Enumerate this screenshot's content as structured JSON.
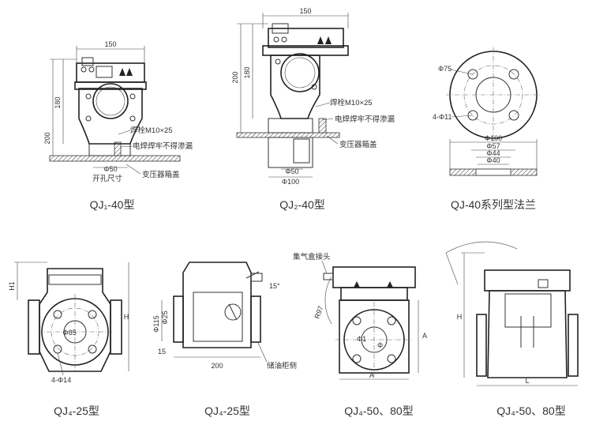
{
  "captions": {
    "fig1": "QJ₁-40型",
    "fig2": "QJ₂-40型",
    "fig3": "QJ-40系列型法兰",
    "fig4": "QJ₄-25型",
    "fig5": "QJ₄-25型",
    "fig6": "QJ₄-50、80型",
    "fig7": "QJ₄-50、80型"
  },
  "fig1": {
    "dim_width": "150",
    "dim_h180": "180",
    "dim_h200": "200",
    "dim_phi50": "Φ50",
    "note_bolt": "焊栓M10×25",
    "note_weld": "电焊焊牢不得渗漏",
    "note_hole": "开孔尺寸",
    "note_cover": "变压器箱盖"
  },
  "fig2": {
    "dim_width": "150",
    "dim_h200": "200",
    "dim_h180": "180",
    "dim_phi50": "Φ50",
    "dim_phi100": "Φ100",
    "note_bolt": "焊栓M10×25",
    "note_weld": "电焊焊牢不得渗漏",
    "note_cover": "变压器箱盖"
  },
  "fig3": {
    "dim_phi75": "Φ75",
    "dim_holes": "4-Φ11",
    "dim_phi100": "Φ100",
    "dim_phi57": "Φ57",
    "dim_phi44": "Φ44",
    "dim_phi40": "Φ40"
  },
  "fig4": {
    "dim_h1": "H1",
    "dim_h": "H",
    "dim_phi85": "Φ85",
    "dim_holes": "4-Φ14"
  },
  "fig5": {
    "dim_phi115": "Φ115",
    "dim_phi25": "Φ25",
    "dim_15": "15",
    "dim_angle": "15°",
    "dim_200": "200",
    "note_tank": "储油柜侧"
  },
  "fig6": {
    "note_connector": "集气盒接头",
    "dim_r97": "R97",
    "dim_phi1": "Φ1",
    "dim_phi": "Φ",
    "dim_a_h": "A",
    "dim_a_v": "A"
  },
  "fig7": {
    "dim_h": "H",
    "dim_l": "L"
  }
}
